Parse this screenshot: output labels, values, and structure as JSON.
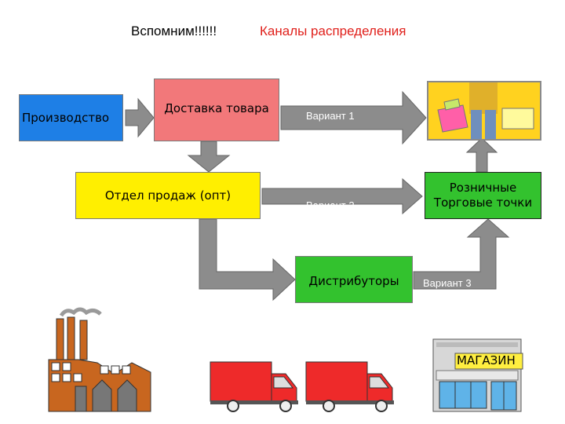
{
  "header": {
    "remember": "Вспомним!!!!!!",
    "title": "Каналы распределения"
  },
  "boxes": {
    "production": "Производство",
    "delivery": "Доставка товара",
    "sales": "Отдел продаж (опт)",
    "distributors": "Дистрибуторы",
    "retail_line1": "Розничные",
    "retail_line2": "Торговые точки"
  },
  "variants": {
    "v1": "Вариант 1",
    "v2": "Вариант 2",
    "v3": "Вариант 3"
  },
  "store_sign": "МАГАЗИН",
  "colors": {
    "production": "#1e7fe6",
    "delivery": "#f2787a",
    "sales": "#ffef00",
    "green": "#33c22e",
    "arrow": "#8c8c8c",
    "truck": "#ee2a2a",
    "factory": "#c8661f"
  }
}
